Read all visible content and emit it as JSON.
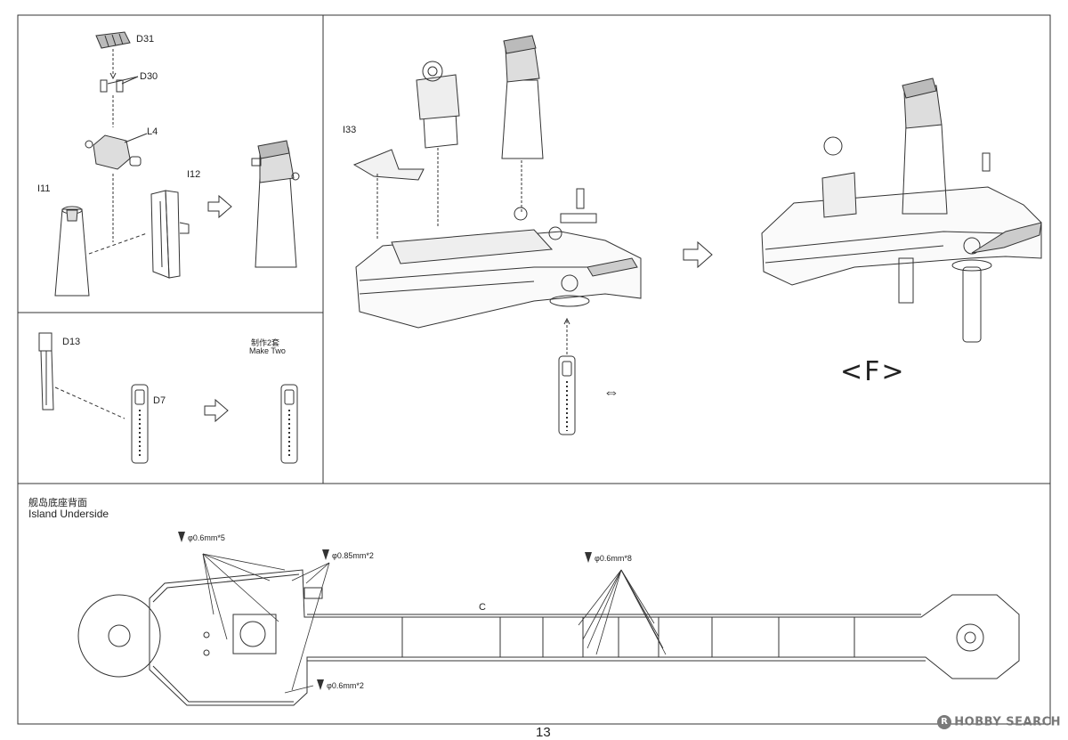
{
  "step_a": {
    "parts": {
      "d31": "D31",
      "d30": "D30",
      "l4": "L4",
      "i11": "I11",
      "i12": "I12"
    }
  },
  "step_b": {
    "parts": {
      "d13": "D13",
      "d7": "D7"
    },
    "note_cn": "制作2套",
    "note_en": "Make Two"
  },
  "step_c": {
    "parts": {
      "i33": "I33"
    },
    "result_label": "<F>",
    "swap_symbol": "⇔"
  },
  "underside": {
    "title_cn": "舰岛底座背面",
    "title_en": "Island Underside",
    "part_c": "C",
    "drill_1": "φ0.6mm*5",
    "drill_2": "φ0.85mm*2",
    "drill_3": "φ0.6mm*8",
    "drill_4": "φ0.6mm*2"
  },
  "page_number": "13",
  "watermark": {
    "mark": "R",
    "brand": "HOBBY SEARCH"
  }
}
